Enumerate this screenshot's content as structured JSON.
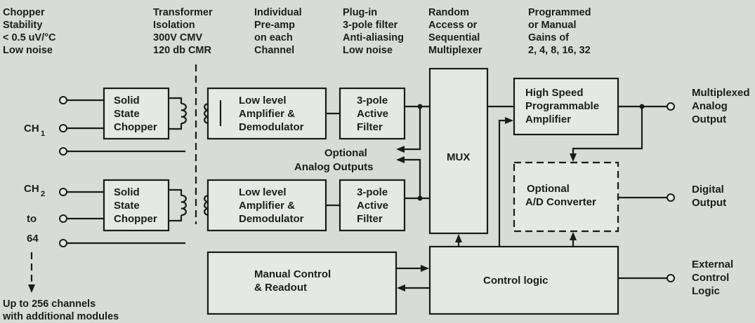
{
  "headers": [
    {
      "id": "chopper",
      "lines": [
        "Chopper",
        "Stability",
        "< 0.5 uV/°C",
        "Low noise"
      ]
    },
    {
      "id": "transformer",
      "lines": [
        "Transformer",
        "Isolation",
        "300V CMV",
        "120 db CMR"
      ]
    },
    {
      "id": "preamp",
      "lines": [
        "Individual",
        "Pre-amp",
        "on each",
        "Channel"
      ]
    },
    {
      "id": "filter",
      "lines": [
        "Plug-in",
        "3-pole filter",
        "Anti-aliasing",
        "Low noise"
      ]
    },
    {
      "id": "mux",
      "lines": [
        "Random",
        "Access or",
        "Sequential",
        "Multiplexer"
      ]
    },
    {
      "id": "gains",
      "lines": [
        "Programmed",
        "or Manual",
        "Gains of",
        "2, 4, 8, 16, 32"
      ]
    }
  ],
  "channels": {
    "ch1": {
      "label": "CH",
      "sub": "1"
    },
    "ch2": {
      "label": "CH",
      "sub": "2",
      "extra": [
        "to",
        "64"
      ]
    },
    "more": [
      "Up to 256 channels",
      "with additional modules"
    ]
  },
  "blocks": {
    "chopper": [
      "Solid",
      "State",
      "Chopper"
    ],
    "amplifier": [
      "Low level",
      "Amplifier &",
      "Demodulator"
    ],
    "filter": [
      "3-pole",
      "Active",
      "Filter"
    ],
    "mux": "MUX",
    "hs_amp": [
      "High Speed",
      "Programmable",
      "Amplifier"
    ],
    "adc": [
      "Optional",
      "A/D Converter"
    ],
    "manual": [
      "Manual Control",
      "& Readout"
    ],
    "control": "Control logic"
  },
  "optional_outputs": [
    "Optional",
    "Analog Outputs"
  ],
  "outputs": {
    "analog": [
      "Multiplexed",
      "Analog",
      "Output"
    ],
    "digital": [
      "Digital",
      "Output"
    ],
    "external": [
      "External",
      "Control",
      "Logic"
    ]
  }
}
